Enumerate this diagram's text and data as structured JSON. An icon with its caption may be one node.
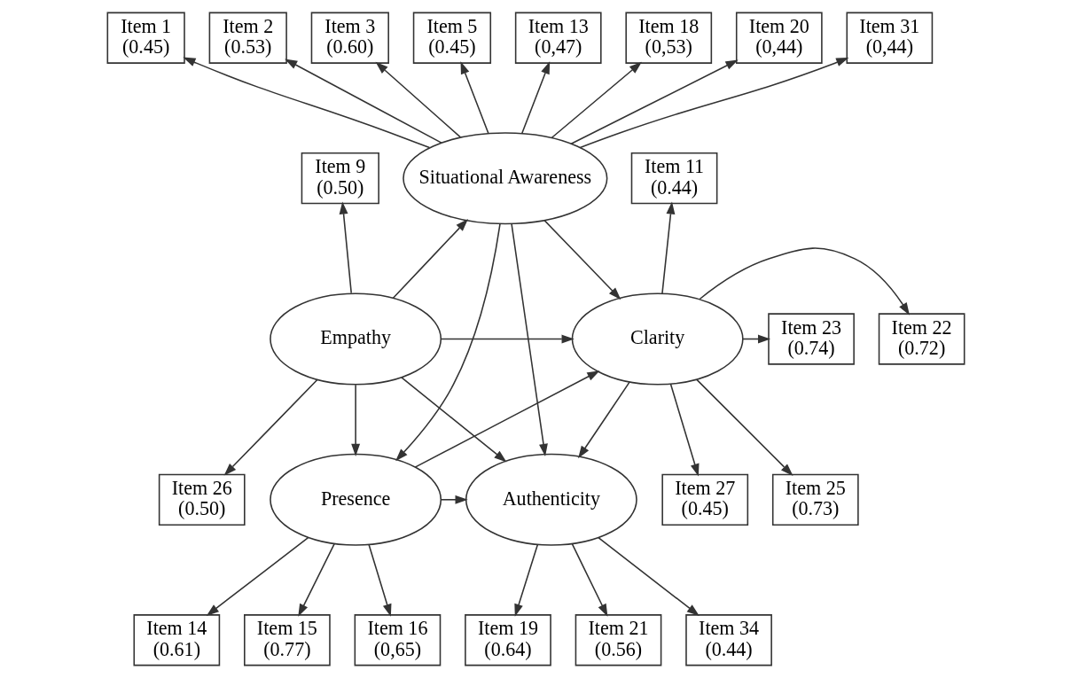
{
  "diagram": {
    "nodes": [
      {
        "text": [
          "Item 1",
          "(0.45)"
        ]
      },
      {
        "text": [
          "Item 2",
          "(0.53)"
        ]
      },
      {
        "text": [
          "Item 3",
          "(0.60)"
        ]
      },
      {
        "text": [
          "Item 5",
          "(0.45)"
        ]
      },
      {
        "text": [
          "Item 13",
          "(0,47)"
        ]
      },
      {
        "text": [
          "Item 18",
          "(0,53)"
        ]
      },
      {
        "text": [
          "Item 20",
          "(0,44)"
        ]
      },
      {
        "text": [
          "Item 31",
          "(0,44)"
        ]
      },
      {
        "text": [
          "Situational Awareness"
        ]
      },
      {
        "text": [
          "Item 11",
          "(0.44)"
        ]
      },
      {
        "text": [
          "Item 9",
          "(0.50)"
        ]
      },
      {
        "text": [
          "Empathy"
        ]
      },
      {
        "text": [
          "Clarity"
        ]
      },
      {
        "text": [
          "Item 22",
          "(0.72)"
        ]
      },
      {
        "text": [
          "Item 26",
          "(0.50)"
        ]
      },
      {
        "text": [
          "Item 23",
          "(0.74)"
        ]
      },
      {
        "text": [
          "Item 25",
          "(0.73)"
        ]
      },
      {
        "text": [
          "Item 27",
          "(0.45)"
        ]
      },
      {
        "text": [
          "Presence"
        ]
      },
      {
        "text": [
          "Authenticity"
        ]
      },
      {
        "text": [
          "Item 14",
          "(0.61)"
        ]
      },
      {
        "text": [
          "Item 15",
          "(0.77)"
        ]
      },
      {
        "text": [
          "Item 16",
          "(0,65)"
        ]
      },
      {
        "text": [
          "Item 19",
          "(0.64)"
        ]
      },
      {
        "text": [
          "Item 21",
          "(0.56)"
        ]
      },
      {
        "text": [
          "Item 34",
          "(0.44)"
        ]
      }
    ],
    "edges": [
      {
        "from": 8,
        "to": 0,
        "arrow": "to"
      },
      {
        "from": 8,
        "to": 1,
        "arrow": "to"
      },
      {
        "from": 8,
        "to": 2,
        "arrow": "to"
      },
      {
        "from": 8,
        "to": 3,
        "arrow": "to"
      },
      {
        "from": 8,
        "to": 4,
        "arrow": "to"
      },
      {
        "from": 8,
        "to": 5,
        "arrow": "to"
      },
      {
        "from": 8,
        "to": 6,
        "arrow": "to"
      },
      {
        "from": 8,
        "to": 7,
        "arrow": "to"
      },
      {
        "from": 11,
        "to": 10,
        "arrow": "to"
      },
      {
        "from": 11,
        "to": 14,
        "arrow": "to"
      },
      {
        "from": 12,
        "to": 9,
        "arrow": "to"
      },
      {
        "from": 12,
        "to": 13,
        "arrow": "to"
      },
      {
        "from": 12,
        "to": 15,
        "arrow": "to"
      },
      {
        "from": 12,
        "to": 16,
        "arrow": "to"
      },
      {
        "from": 12,
        "to": 17,
        "arrow": "to"
      },
      {
        "from": 18,
        "to": 20,
        "arrow": "to"
      },
      {
        "from": 18,
        "to": 21,
        "arrow": "to"
      },
      {
        "from": 18,
        "to": 22,
        "arrow": "to"
      },
      {
        "from": 19,
        "to": 23,
        "arrow": "to"
      },
      {
        "from": 19,
        "to": 24,
        "arrow": "to"
      },
      {
        "from": 19,
        "to": 25,
        "arrow": "to"
      },
      {
        "from": 11,
        "to": 8,
        "arrow": "to"
      },
      {
        "from": 8,
        "to": 12,
        "arrow": "to"
      },
      {
        "from": 11,
        "to": 12,
        "arrow": "to"
      },
      {
        "from": 8,
        "to": 18,
        "arrow": "to"
      },
      {
        "from": 8,
        "to": 19,
        "arrow": "to"
      },
      {
        "from": 11,
        "to": 18,
        "arrow": "to"
      },
      {
        "from": 11,
        "to": 19,
        "arrow": "to"
      },
      {
        "from": 18,
        "to": 12,
        "arrow": "to"
      },
      {
        "from": 18,
        "to": 19,
        "arrow": "to"
      },
      {
        "from": 12,
        "to": 19,
        "arrow": "to"
      }
    ]
  }
}
